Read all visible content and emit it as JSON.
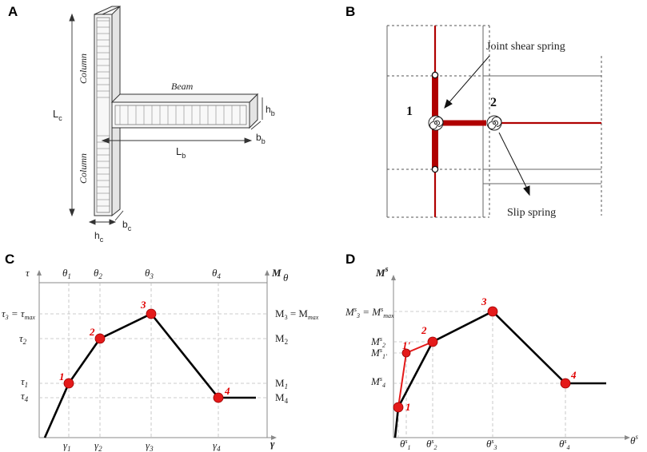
{
  "panel_a": {
    "letter": "A",
    "column_label_top": "Column",
    "column_label_bottom": "Column",
    "beam_label": "Beam",
    "lc": "L",
    "lc_sub": "c",
    "lb": "L",
    "lb_sub": "b",
    "hb": "h",
    "hb_sub": "b",
    "bb": "b",
    "bb_sub": "b",
    "hc": "h",
    "hc_sub": "c",
    "bc": "b",
    "bc_sub": "c"
  },
  "panel_b": {
    "letter": "B",
    "joint_shear_label": "Joint shear spring",
    "slip_label": "Slip spring",
    "node1": "1",
    "node2": "2",
    "member_color": "#b00000"
  },
  "panel_c": {
    "letter": "C",
    "tau_axis": "τ",
    "gamma_axis": "γ",
    "m_axis": "M",
    "theta_axis": "θ",
    "top_labels": [
      "θ",
      "θ",
      "θ",
      "θ"
    ],
    "top_subs": [
      "1",
      "2",
      "3",
      "4"
    ],
    "bottom_labels": [
      "γ",
      "γ",
      "γ",
      "γ"
    ],
    "bottom_subs": [
      "1",
      "2",
      "3",
      "4"
    ],
    "left_labels": {
      "tau3": "τ",
      "tau3_sub": "3",
      "tau3_eq": " = τ",
      "tau3_eq_sub": "max",
      "tau2": "τ",
      "tau2_sub": "2",
      "tau1": "τ",
      "tau1_sub": "1",
      "tau4": "τ",
      "tau4_sub": "4"
    },
    "right_labels": {
      "m3": "M",
      "m3_sub": "3",
      "m3_eq": " = M",
      "m3_eq_sub": "max",
      "m2": "M",
      "m2_sub": "2",
      "m1": "M",
      "m1_sub": "1",
      "m4": "M",
      "m4_sub": "4"
    },
    "point_labels": [
      "1",
      "2",
      "3",
      "4"
    ],
    "point_color": "#e00000"
  },
  "panel_d": {
    "letter": "D",
    "m_axis": "M",
    "m_axis_sup": "s",
    "theta_axis": "θ",
    "theta_axis_sup": "s",
    "top_eq": {
      "a": "M",
      "a_sup": "s",
      "a_sub": "3",
      "eq": " = M",
      "eq_sup": "s",
      "eq_sub": "max"
    },
    "left_labels": {
      "ms2": "M",
      "ms2_sup": "s",
      "ms2_sub": "2",
      "mp1": "M",
      "mp1_sup": "s",
      "mp1_sub": "1'",
      "ms4": "M",
      "ms4_sup": "s",
      "ms4_sub": "4"
    },
    "bottom_labels": {
      "t1": "θ",
      "t1_sup": "s",
      "t1_sub": "1",
      "t2": "θ",
      "t2_sup": "s",
      "t2_sub": "2",
      "t3": "θ",
      "t3_sup": "s",
      "t3_sub": "3",
      "t4": "θ",
      "t4_sup": "s",
      "t4_sub": "4"
    },
    "point_labels": [
      "1",
      "1'",
      "2",
      "3",
      "4"
    ],
    "point_color": "#e00000"
  }
}
